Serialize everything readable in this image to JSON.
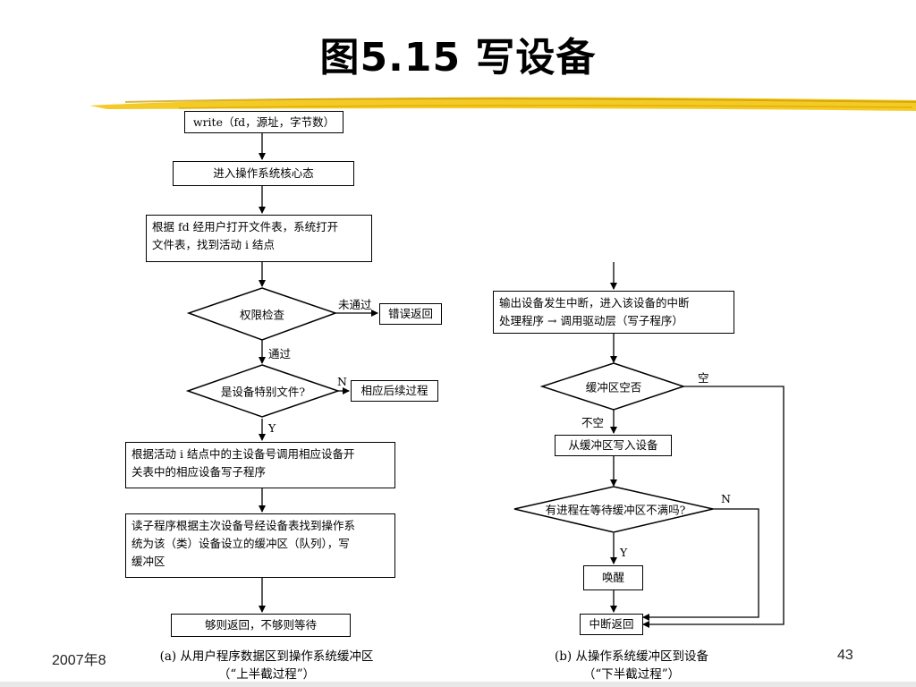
{
  "slide": {
    "title": "图5.15 写设备",
    "footer_date": "2007年8",
    "page_number": "43"
  },
  "flow_a": {
    "write_call": "write（fd，源址，字节数）",
    "enter_kernel": "进入操作系统核心态",
    "find_inode_l1": "根据 fd 经用户打开文件表，系统打开",
    "find_inode_l2": "文件表，找到活动 i 结点",
    "permission_check": "权限检查",
    "not_passed": "未通过",
    "error_return": "错误返回",
    "passed": "通过",
    "is_device_file": "是设备特别文件?",
    "n_label": "N",
    "followup_process": "相应后续过程",
    "y_label": "Y",
    "call_driver_l1": "根据活动 i 结点中的主设备号调用相应设备开",
    "call_driver_l2": "关表中的相应设备写子程序",
    "write_buffer_l1": "读子程序根据主次设备号经设备表找到操作系",
    "write_buffer_l2": "统为该（类）设备设立的缓冲区（队列），写",
    "write_buffer_l3": "缓冲区",
    "return_or_wait": "够则返回，不够则等待",
    "caption_l1": "(a) 从用户程序数据区到操作系统缓冲区",
    "caption_l2": "（“上半截过程”）"
  },
  "flow_b": {
    "interrupt_l1": "输出设备发生中断，进入该设备的中断",
    "interrupt_l2": "处理程序 → 调用驱动层（写子程序）",
    "buffer_empty": "缓冲区空否",
    "empty": "空",
    "not_empty": "不空",
    "write_device": "从缓冲区写入设备",
    "waiting_process": "有进程在等待缓冲区不满吗?",
    "n_label": "N",
    "y_label": "Y",
    "wakeup": "唤醒",
    "interrupt_return": "中断返回",
    "caption_l1": "(b) 从操作系统缓冲区到设备",
    "caption_l2": "（“下半截过程”）"
  },
  "colors": {
    "divider_gold": "#f2c200",
    "divider_dark": "#c99a00",
    "line": "#000000"
  }
}
